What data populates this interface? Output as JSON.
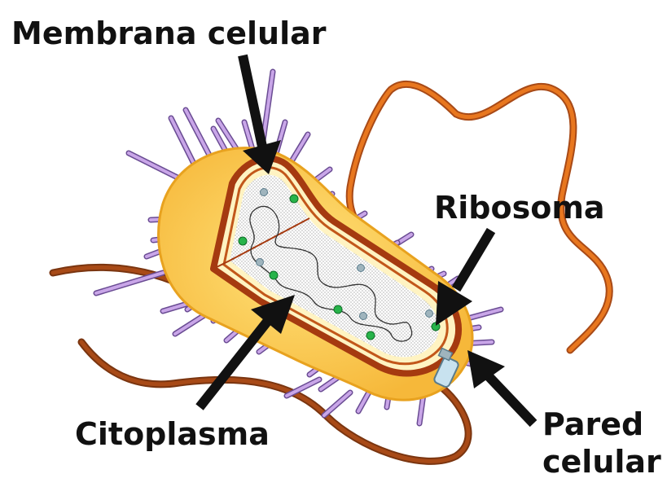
{
  "labels": {
    "membrana": "Membrana celular",
    "ribosoma": "Ribosoma",
    "citoplasma": "Citoplasma",
    "pared_line1": "Pared",
    "pared_line2": "celular"
  },
  "colors": {
    "capsule": "#fcd24a",
    "capsule_edge": "#e8a21f",
    "wall": "#a53a10",
    "membrane_light": "#fff3c2",
    "cytoplasm": "#ffffff",
    "pili": "#c9a6e8",
    "pili_edge": "#6a4c93",
    "flagellum": "#e8771f",
    "flagellum_dark": "#a84a17",
    "ribosome_green": "#27b34a",
    "ribosome_grey": "#9fb4bd",
    "arrow": "#111111",
    "motor": "#c8e2ef"
  }
}
